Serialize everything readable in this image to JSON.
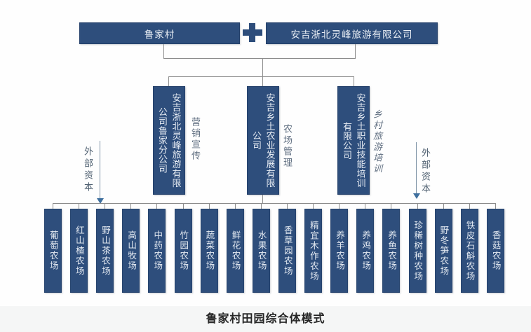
{
  "diagram": {
    "title": "鲁家村田园综合体模式",
    "top": {
      "village": "鲁家村",
      "plus_icon": "plus",
      "company": "安吉浙北灵峰旅游有限公司"
    },
    "middle_boxes": [
      {
        "name": "安吉浙北灵峰旅游有限公司鲁家分公司",
        "cols": [
          "安吉浙北灵峰旅游有限",
          "公司鲁家分公司"
        ],
        "side_label": "营销宣传"
      },
      {
        "name": "安吉乡土农业发展有限公司",
        "cols": [
          "安吉乡土农业发展有限",
          "公司"
        ],
        "side_label": "农场管理"
      },
      {
        "name": "安吉乡土职业技能培训有限公司",
        "cols": [
          "安吉乡土职业技能培训",
          "有限公司"
        ],
        "side_label": "乡村旅游培训"
      }
    ],
    "external_capital": {
      "left_label": "外部资本",
      "right_label": "外部资本",
      "arrow_icon": "arrow-down"
    },
    "farms": [
      "葡萄农场",
      "红山楂农场",
      "野山茶农场",
      "高山牧场",
      "中药农场",
      "竹园农场",
      "蔬菜农场",
      "鲜花农场",
      "水果农场",
      "香草园农场",
      "精宜木作农场",
      "养羊农场",
      "养鸡农场",
      "养鱼农场",
      "珍稀树种农场",
      "野冬笋农场",
      "铁皮石斛农场",
      "香菇农场"
    ],
    "colors": {
      "box_fill": "#2e4e7c",
      "box_text": "#e8edf4",
      "connector_line": "#8c8c8c",
      "side_label": "#5f6e80",
      "arrow_head": "#3e6f9e",
      "title_text": "#262626"
    }
  }
}
